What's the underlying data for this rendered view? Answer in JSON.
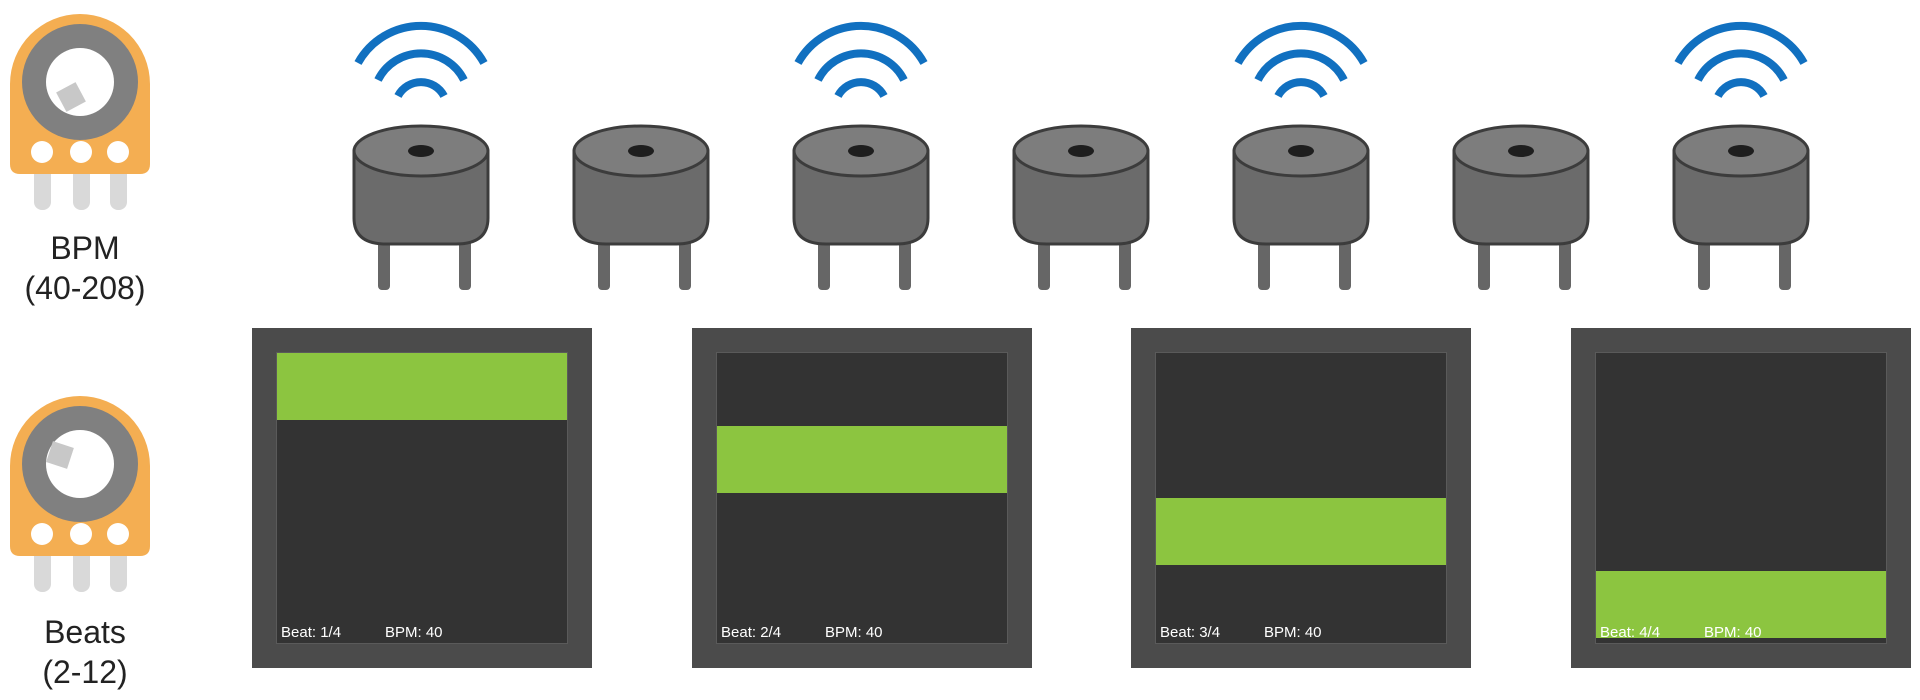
{
  "potentiometers": [
    {
      "label_line1": "BPM",
      "label_line2": "(40-208)"
    },
    {
      "label_line1": "Beats",
      "label_line2": "(2-12)"
    }
  ],
  "buzzers": [
    {
      "active": true
    },
    {
      "active": false
    },
    {
      "active": true
    },
    {
      "active": false
    },
    {
      "active": true
    },
    {
      "active": false
    },
    {
      "active": true
    }
  ],
  "screens": [
    {
      "beat_text": "Beat: 1/4",
      "bpm_text": "BPM: 40",
      "beat": 1,
      "beats_total": 4
    },
    {
      "beat_text": "Beat: 2/4",
      "bpm_text": "BPM: 40",
      "beat": 2,
      "beats_total": 4
    },
    {
      "beat_text": "Beat: 3/4",
      "bpm_text": "BPM: 40",
      "beat": 3,
      "beats_total": 4
    },
    {
      "beat_text": "Beat: 4/4",
      "bpm_text": "BPM: 40",
      "beat": 4,
      "beats_total": 4
    }
  ],
  "colors": {
    "pot_body": "#f4ae52",
    "knob_ring": "#808080",
    "sound_wave": "#1170c0",
    "buzzer_body": "#6b6b6b",
    "buzzer_top": "#7d7d7d",
    "screen_frame": "#4b4b4b",
    "screen_bg": "#333333",
    "beat_bar": "#8cc540"
  }
}
